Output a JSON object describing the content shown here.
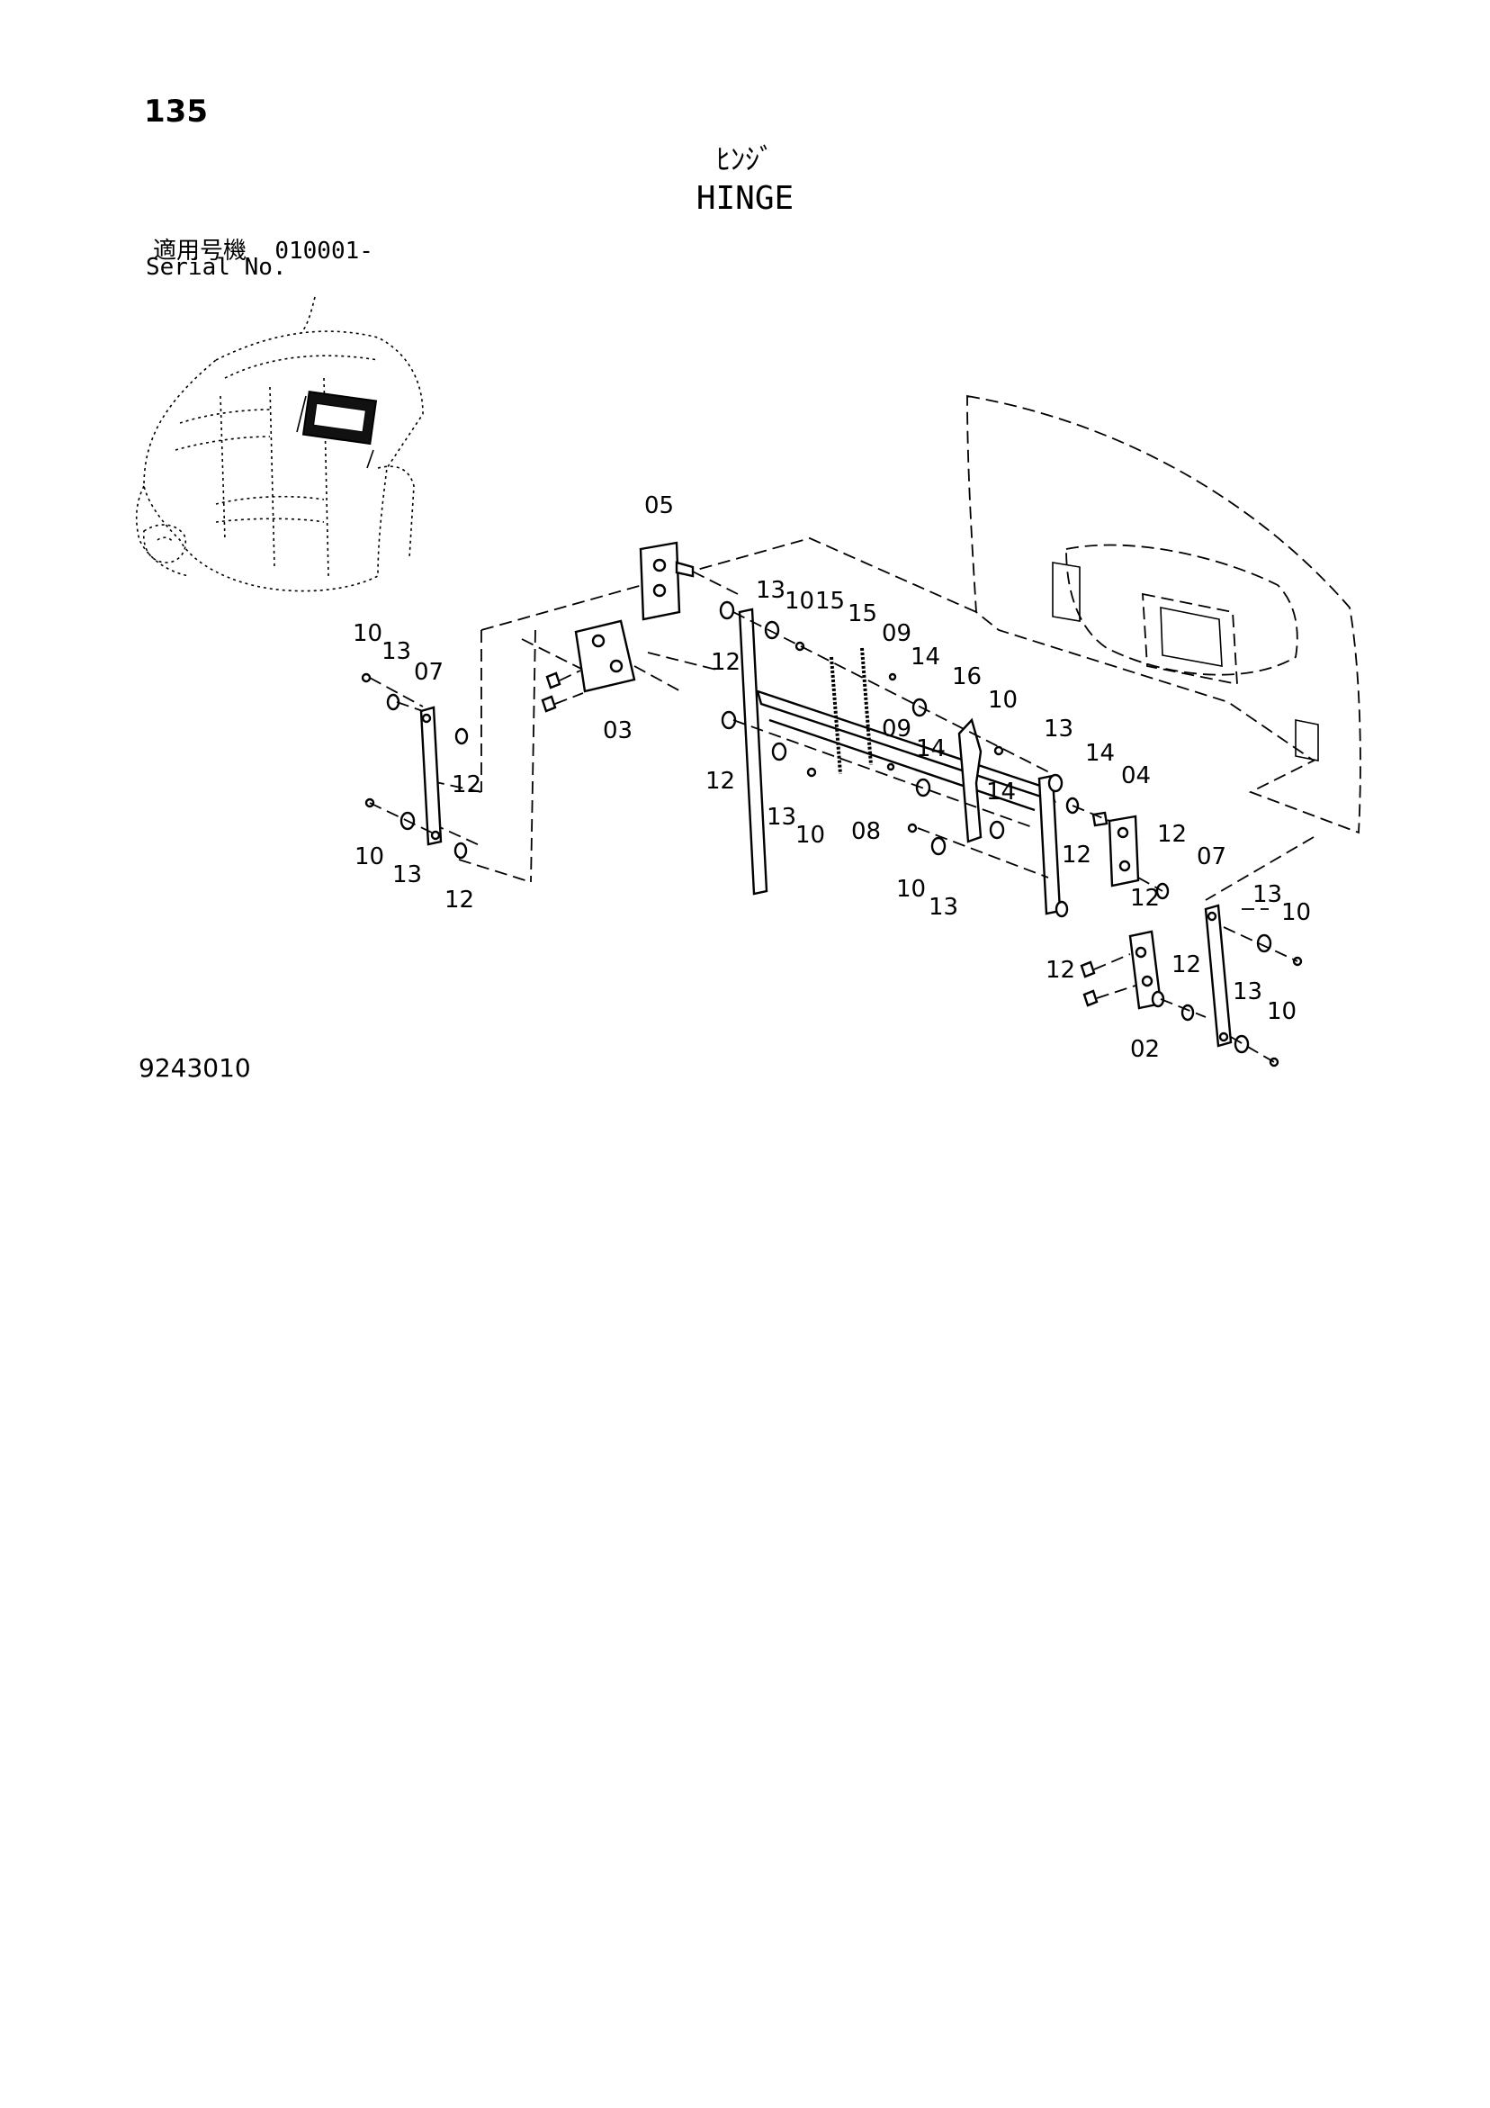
{
  "header": {
    "page_number": "135",
    "title_jp": "ﾋﾝｼﾞ",
    "title_en": "HINGE",
    "serial_label_jp": "適用号機",
    "serial_range": "010001-",
    "serial_label_en": "Serial No."
  },
  "footer": {
    "drawing_code": "9243010"
  },
  "callouts": [
    {
      "id": "c05",
      "label": "05"
    },
    {
      "id": "c03",
      "label": "03"
    },
    {
      "id": "c13a",
      "label": "13"
    },
    {
      "id": "c10a",
      "label": "10"
    },
    {
      "id": "c15a",
      "label": "15"
    },
    {
      "id": "c15b",
      "label": "15"
    },
    {
      "id": "c12a",
      "label": "12"
    },
    {
      "id": "c09a",
      "label": "09"
    },
    {
      "id": "c14a",
      "label": "14"
    },
    {
      "id": "c16",
      "label": "16"
    },
    {
      "id": "c10b",
      "label": "10"
    },
    {
      "id": "c10c",
      "label": "10"
    },
    {
      "id": "c13b",
      "label": "13"
    },
    {
      "id": "c07a",
      "label": "07"
    },
    {
      "id": "c12b",
      "label": "12"
    },
    {
      "id": "c09b",
      "label": "09"
    },
    {
      "id": "c14b",
      "label": "14"
    },
    {
      "id": "c13c",
      "label": "13"
    },
    {
      "id": "c14c",
      "label": "14"
    },
    {
      "id": "c04",
      "label": "04"
    },
    {
      "id": "c12c",
      "label": "12"
    },
    {
      "id": "c13d",
      "label": "13"
    },
    {
      "id": "c10d",
      "label": "10"
    },
    {
      "id": "c08",
      "label": "08"
    },
    {
      "id": "c14d",
      "label": "14"
    },
    {
      "id": "c12d",
      "label": "12"
    },
    {
      "id": "c12e",
      "label": "12"
    },
    {
      "id": "c10e",
      "label": "10"
    },
    {
      "id": "c13e",
      "label": "13"
    },
    {
      "id": "c12f",
      "label": "12"
    },
    {
      "id": "c10f",
      "label": "10"
    },
    {
      "id": "c13f",
      "label": "13"
    },
    {
      "id": "c07b",
      "label": "07"
    },
    {
      "id": "c12g",
      "label": "12"
    },
    {
      "id": "c13g",
      "label": "13"
    },
    {
      "id": "c10g",
      "label": "10"
    },
    {
      "id": "c12h",
      "label": "12"
    },
    {
      "id": "c13h",
      "label": "13"
    },
    {
      "id": "c10h",
      "label": "10"
    },
    {
      "id": "c02",
      "label": "02"
    },
    {
      "id": "c12i",
      "label": "12"
    }
  ]
}
